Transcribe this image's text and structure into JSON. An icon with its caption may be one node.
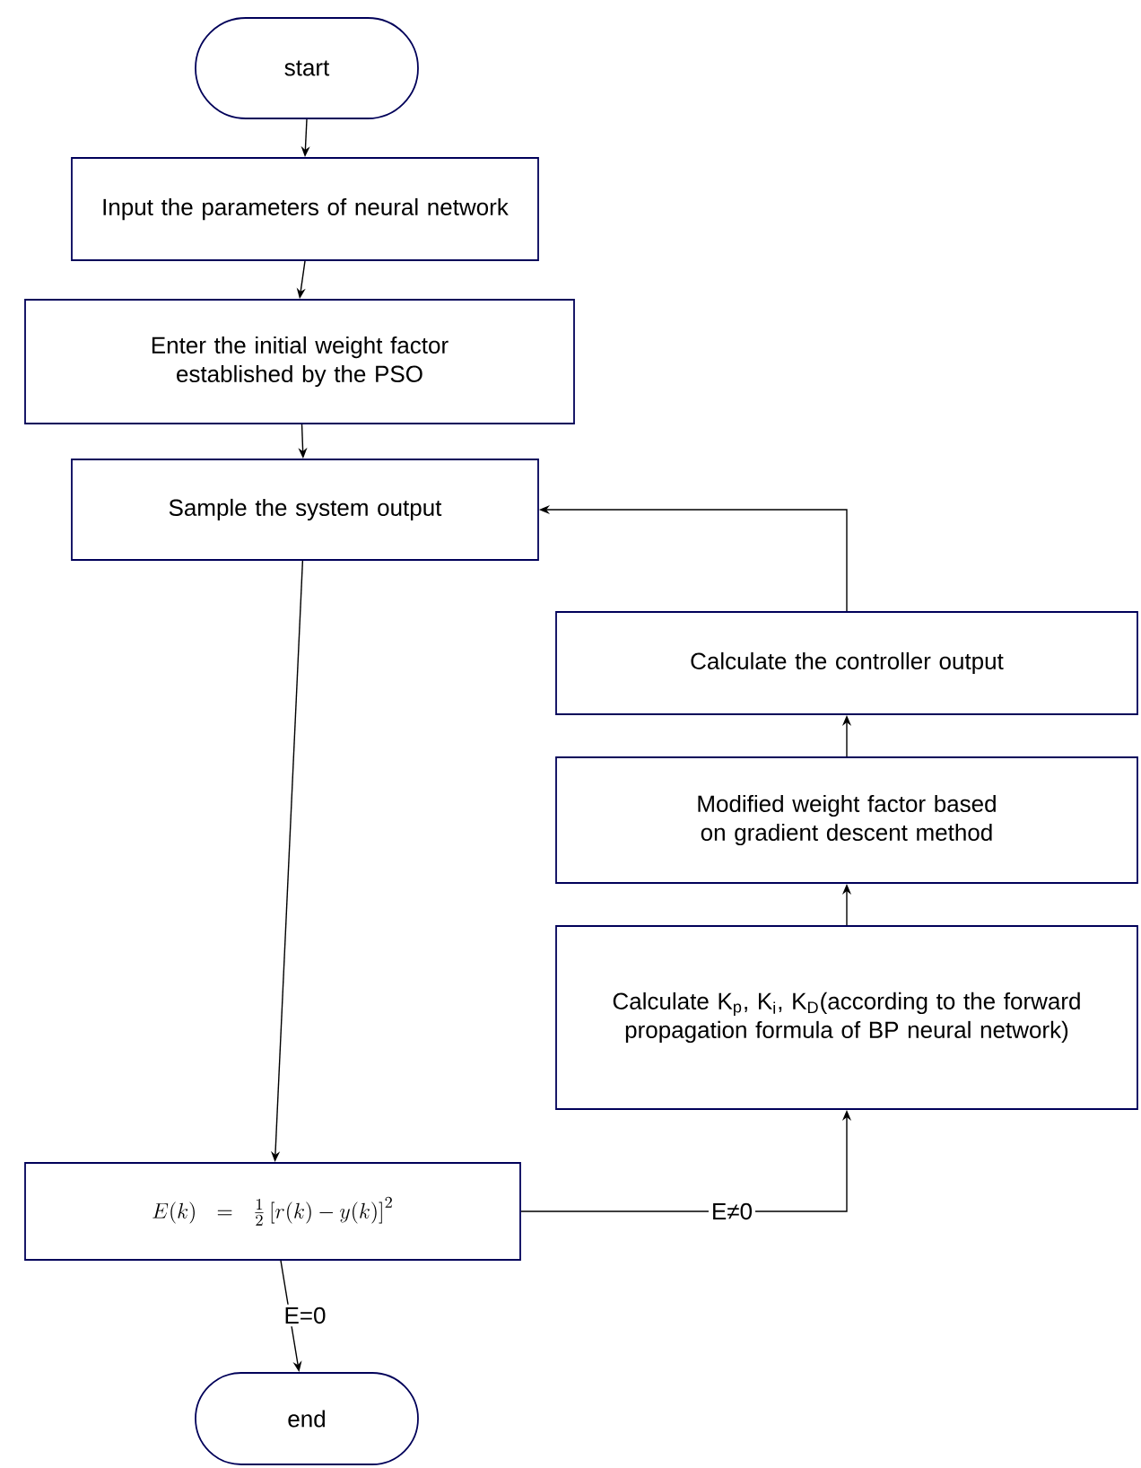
{
  "diagram": {
    "nodes": [
      {
        "text": [
          "start"
        ]
      },
      {
        "text": [
          "Input the parameters of neural network"
        ]
      },
      {
        "text": [
          "Enter the initial weight factor established by the PSO"
        ]
      },
      {
        "text": [
          "Sample the system output"
        ]
      },
      {
        "text": [
          "Calculate the controller output"
        ]
      },
      {
        "text": [
          "Modified weight factor based on gradient descent method"
        ]
      },
      {
        "text": [
          "Calculate K$_{p}$, K$_{i}$, K$_{D}$(according to the forward propagation formula of BP neural network)"
        ]
      },
      {
        "text": [
          "E(k)=\\frac{1}{2}\\left[r(k)-y(k)\\right]^{2}"
        ]
      },
      {
        "text": [
          "end"
        ]
      }
    ],
    "edges": [
      {
        "from": 0,
        "to": 1,
        "arrow": "to"
      },
      {
        "from": 1,
        "to": 2,
        "arrow": "to"
      },
      {
        "from": 2,
        "to": 3,
        "arrow": "to"
      },
      {
        "from": 3,
        "to": 7,
        "arrow": "to"
      },
      {
        "from": 7,
        "to": 6,
        "arrow": "to",
        "label": "E≠0"
      },
      {
        "from": 6,
        "to": 5,
        "arrow": "to"
      },
      {
        "from": 5,
        "to": 4,
        "arrow": "to"
      },
      {
        "from": 4,
        "to": 3,
        "arrow": "to"
      },
      {
        "from": 7,
        "to": 8,
        "arrow": "to",
        "label": "E=0"
      }
    ]
  }
}
